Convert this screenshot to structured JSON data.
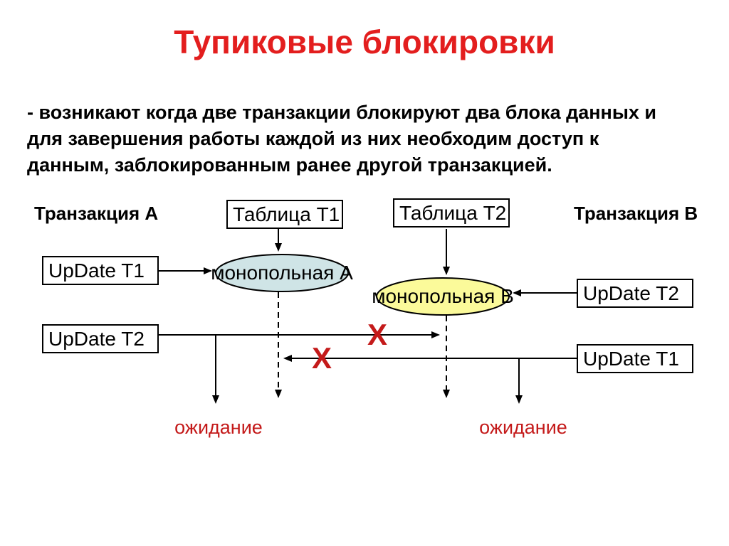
{
  "slide": {
    "title": "Тупиковые блокировки",
    "description_lines": [
      "- возникают когда две транзакции блокируют два блока данных и",
      "для завершения работы каждой из них необходим доступ к",
      "данным, заблокированным ранее другой транзакцией."
    ]
  },
  "diagram": {
    "transaction_a_label": "Транзакция А",
    "transaction_b_label": "Транзакция В",
    "table_t1_label": "Таблица Т1",
    "table_t2_label": "Таблица Т2",
    "update_t1_a_label": "UpDate T1",
    "update_t2_a_label": "UpDate T2",
    "update_t2_b_label": "UpDate T2",
    "update_t1_b_label": "UpDate T1",
    "lock_a_label": "монопольная А",
    "lock_b_label": "монопольная В",
    "cross_label": "X",
    "waiting_left_label": "ожидание",
    "waiting_right_label": "ожидание",
    "colors": {
      "title_red": "#e31e1e",
      "cross_red": "#c41a1a",
      "waiting_red": "#c41a1a",
      "lock_a_fill": "#cfe4e6",
      "lock_b_fill": "#fbfa9a",
      "line_black": "#000000"
    }
  }
}
